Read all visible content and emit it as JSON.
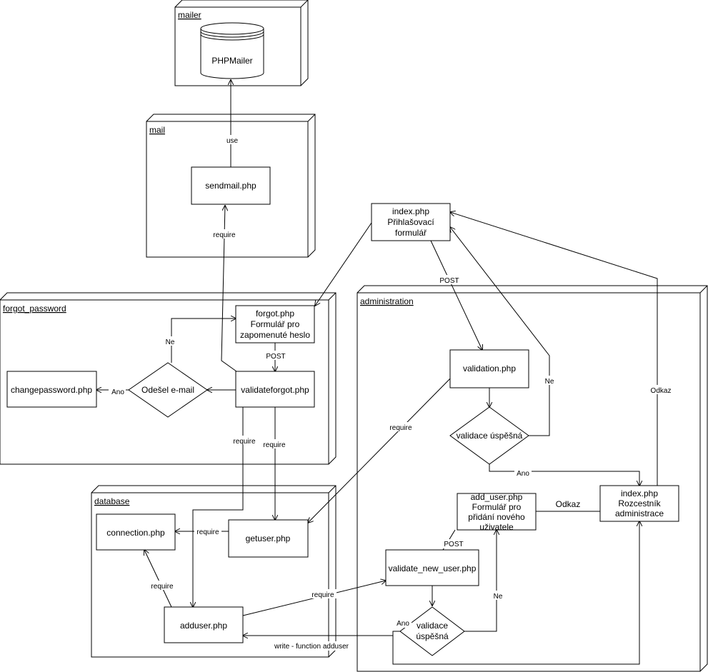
{
  "packages": {
    "mailer": "mailer",
    "mail": "mail",
    "forgot_password": "forgot_password",
    "database": "database",
    "administration": "administration"
  },
  "nodes": {
    "phpmailer": "PHPMailer",
    "sendmail": "sendmail.php",
    "index_login": [
      "index.php",
      "Přihlašovací",
      "formulář"
    ],
    "forgot": [
      "forgot.php",
      "Formulář pro",
      "zapomenuté heslo"
    ],
    "validateforgot": "validateforgot.php",
    "changepassword": "changepassword.php",
    "email_sent": "Odešel e-mail",
    "validation": "validation.php",
    "validation_ok": "validace úspěšná",
    "add_user": [
      "add_user.php",
      "Formulář pro",
      "přidání nového",
      "uživatele"
    ],
    "admin_index": [
      "index.php",
      "Rozcestník",
      "administrace"
    ],
    "validate_new_user": "validate_new_user.php",
    "validation_ok2": [
      "validace",
      "úspěšná"
    ],
    "connection": "connection.php",
    "getuser": "getuser.php",
    "adduser": "adduser.php"
  },
  "edges": {
    "use": "use",
    "require": "require",
    "post": "POST",
    "ne": "Ne",
    "ano": "Ano",
    "odkaz": "Odkaz",
    "write": "write - function adduser"
  }
}
